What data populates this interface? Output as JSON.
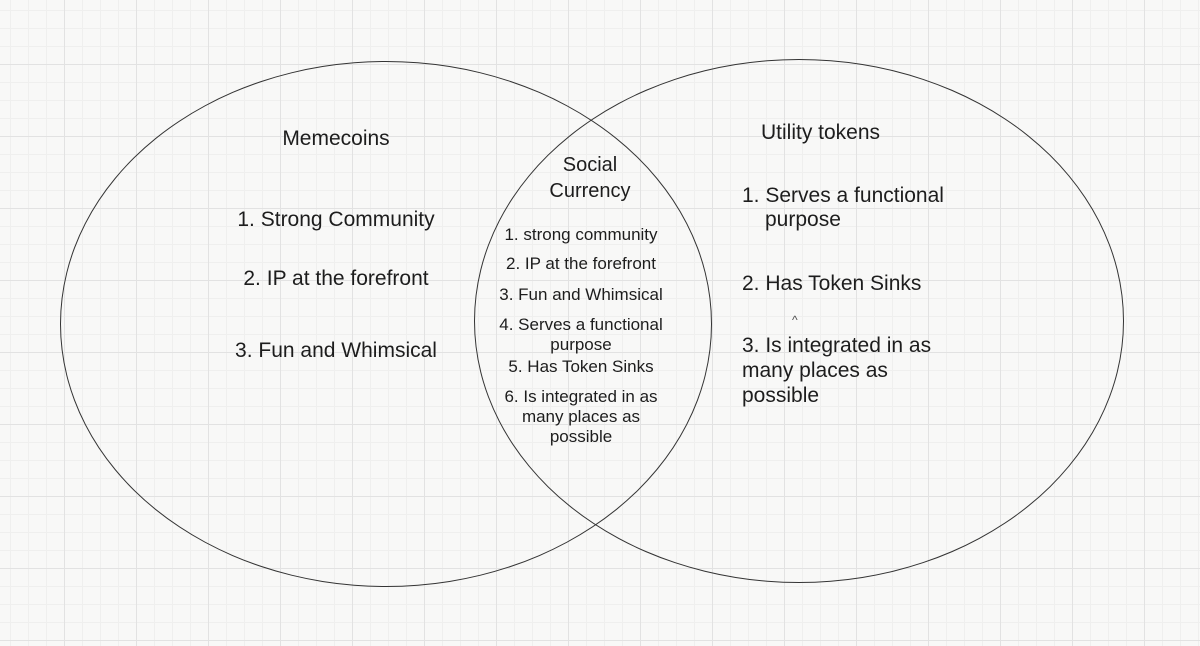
{
  "canvas": {
    "background_color": "#f8f8f7",
    "grid_minor_color": "#efefee",
    "grid_major_color": "#e2e2e2",
    "shape_stroke_color": "#343434",
    "text_color": "#1d1d1d"
  },
  "venn": {
    "left_circle": {
      "title": "Memecoins",
      "items": [
        "1. Strong Community",
        "2. IP at the forefront",
        "3. Fun and Whimsical"
      ]
    },
    "intersection": {
      "title": "Social Currency",
      "items": [
        "1. strong community",
        "2. IP at the forefront",
        "3. Fun and Whimsical",
        "4. Serves a functional purpose",
        "5. Has Token Sinks",
        "6. Is integrated in as many places as possible"
      ]
    },
    "right_circle": {
      "title": "Utility tokens",
      "items": [
        "1. Serves a functional purpose",
        "2. Has Token Sinks",
        "3. Is integrated in as many places as possible"
      ]
    },
    "stray_mark": "^"
  }
}
